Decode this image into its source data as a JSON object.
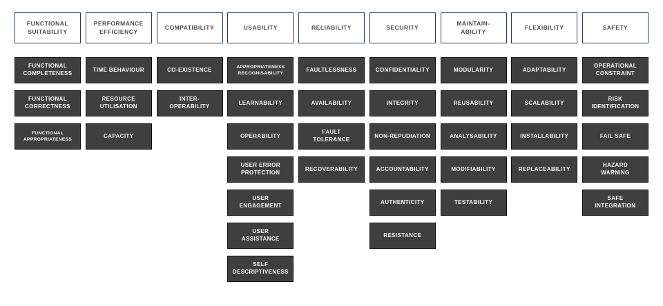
{
  "diagram": "software-quality-characteristics",
  "colors": {
    "header_border": "#2e3a56",
    "header_text": "#4a4a4a",
    "item_background": "#3f3f3f",
    "item_border": "#101010",
    "item_text": "#fafafa",
    "page_background": "#ffffff"
  },
  "columns": [
    {
      "header": "FUNCTIONAL\nSUITABILITY",
      "items": [
        "FUNCTIONAL\nCOMPLETENESS",
        "FUNCTIONAL\nCORRECTNESS",
        "FUNCTIONAL\nAPPROPRIATENESS"
      ]
    },
    {
      "header": "PERFORMANCE\nEFFICIENCY",
      "items": [
        "TIME BEHAVIOUR",
        "RESOURCE\nUTILISATION",
        "CAPACITY"
      ]
    },
    {
      "header": "COMPATIBILITY",
      "items": [
        "CO-EXISTENCE",
        "INTER-\nOPERABILITY"
      ]
    },
    {
      "header": "USABILITY",
      "items": [
        "APPROPRIATENESS\nRECOGNISABILITY",
        "LEARNABILITY",
        "OPERABILITY",
        "USER ERROR\nPROTECTION",
        "USER\nENGAGEMENT",
        "USER\nASSISTANCE",
        "SELF\nDESCRIPTIVENESS"
      ]
    },
    {
      "header": "RELIABILITY",
      "items": [
        "FAULTLESSNESS",
        "AVAILABILITY",
        "FAULT\nTOLERANCE",
        "RECOVERABILITY"
      ]
    },
    {
      "header": "SECURITY",
      "items": [
        "CONFIDENTIALITY",
        "INTEGRITY",
        "NON-REPUDIATION",
        "ACCOUNTABILITY",
        "AUTHENTICITY",
        "RESISTANCE"
      ]
    },
    {
      "header": "MAINTAIN-\nABILITY",
      "items": [
        "MODULARITY",
        "REUSABILITY",
        "ANALYSABILITY",
        "MODIFIABILITY",
        "TESTABILITY"
      ]
    },
    {
      "header": "FLEXIBILITY",
      "items": [
        "ADAPTABILITY",
        "SCALABILITY",
        "INSTALLABILITY",
        "REPLACEABILITY"
      ]
    },
    {
      "header": "SAFETY",
      "items": [
        "OPERATIONAL\nCONSTRAINT",
        "RISK\nIDENTIFICATION",
        "FAIL SAFE",
        "HAZARD\nWARNING",
        "SAFE\nINTEGRATION"
      ]
    }
  ]
}
